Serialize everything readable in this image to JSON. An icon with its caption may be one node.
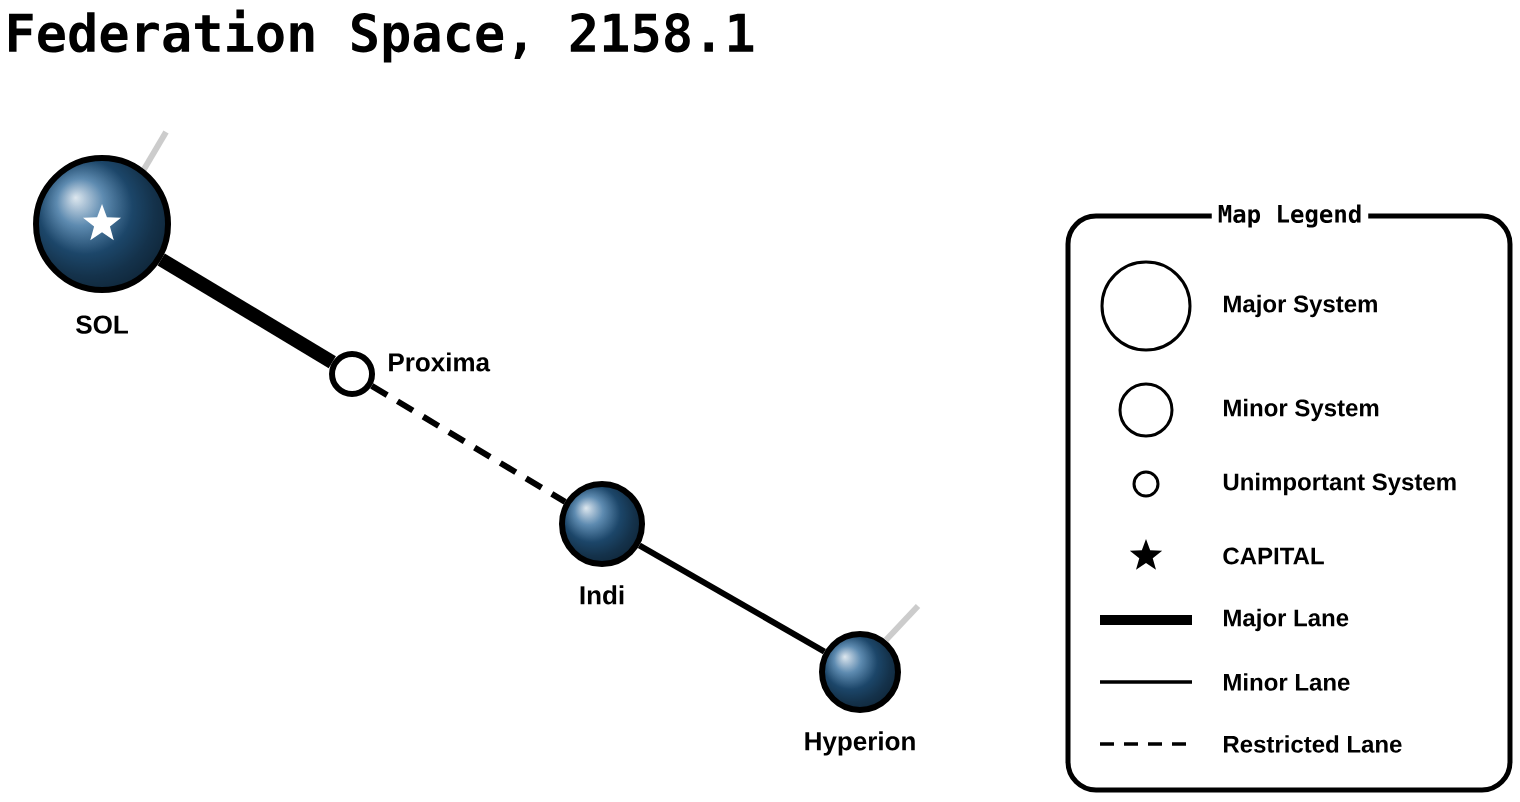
{
  "diagram": {
    "title": "Federation Space, 2158.1",
    "nodes": [
      {
        "text": [
          "SOL"
        ]
      },
      {
        "text": [
          "Proxima"
        ]
      },
      {
        "text": [
          "Indi"
        ]
      },
      {
        "text": [
          "Hyperion"
        ]
      }
    ],
    "edges": [
      {
        "from": 0,
        "to": 1,
        "arrow": "none",
        "style": "thick"
      },
      {
        "from": 1,
        "to": 2,
        "arrow": "none",
        "style": "dashed"
      },
      {
        "from": 2,
        "to": 3,
        "arrow": "none"
      }
    ],
    "labels": [
      "Map Legend"
    ],
    "legend": [
      {
        "text": "Major System"
      },
      {
        "text": "Minor System"
      },
      {
        "text": "Unimportant System"
      },
      {
        "text": "CAPITAL"
      },
      {
        "text": "Major Lane"
      },
      {
        "text": "Minor Lane"
      },
      {
        "text": "Restricted Lane"
      }
    ]
  }
}
